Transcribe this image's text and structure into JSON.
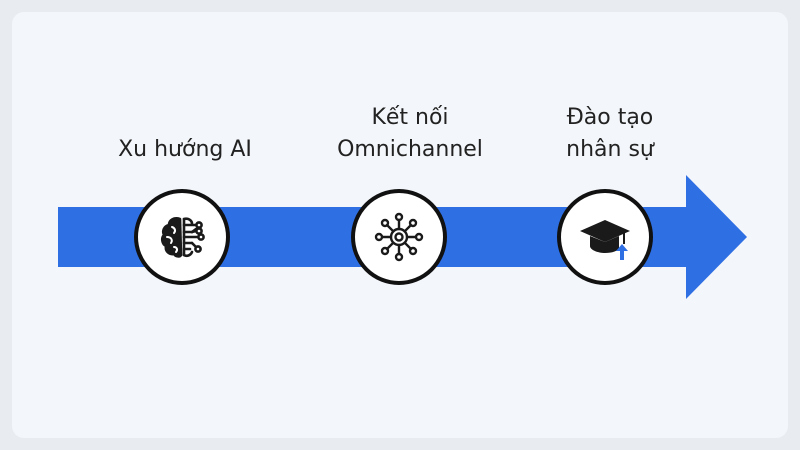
{
  "colors": {
    "background": "#f3f6fa",
    "arrow": "#2f6fe4",
    "circle_border": "#111111",
    "icon": "#1a1a1a",
    "accent_arrow": "#2f6fe4"
  },
  "steps": [
    {
      "lines": [
        "Xu hướng AI"
      ],
      "icon": "brain-circuit-icon"
    },
    {
      "lines": [
        "Kết nối",
        "Omnichannel"
      ],
      "icon": "network-hub-icon"
    },
    {
      "lines": [
        "Đào tạo",
        "nhân sự"
      ],
      "icon": "graduation-cap-icon"
    }
  ]
}
